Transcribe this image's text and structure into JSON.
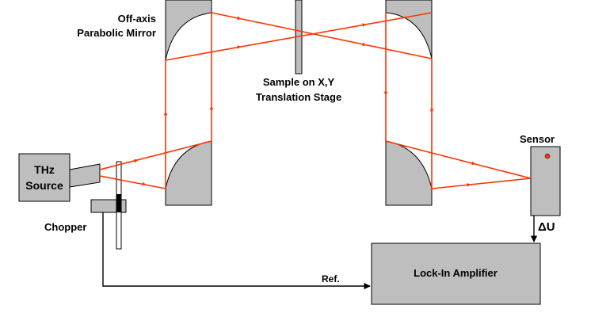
{
  "labels": {
    "mirror_line1": "Off-axis",
    "mirror_line2": "Parabolic Mirror",
    "sample_line1": "Sample on X,Y",
    "sample_line2": "Translation Stage",
    "source_line1": "THz",
    "source_line2": "Source",
    "chopper": "Chopper",
    "sensor": "Sensor",
    "delta_u": "ΔU",
    "lock_in": "Lock-In Amplifier",
    "ref": "Ref."
  },
  "colors": {
    "beam": "#ff3300",
    "component": "#bebebe",
    "outline": "#000000",
    "sensor_dot": "#ff3300",
    "background": "#ffffff"
  },
  "icons": {
    "source": "thz-source-horn-icon",
    "chopper": "chopper-wheel-icon",
    "mirror": "parabolic-mirror-icon",
    "sensor": "sensor-icon"
  }
}
